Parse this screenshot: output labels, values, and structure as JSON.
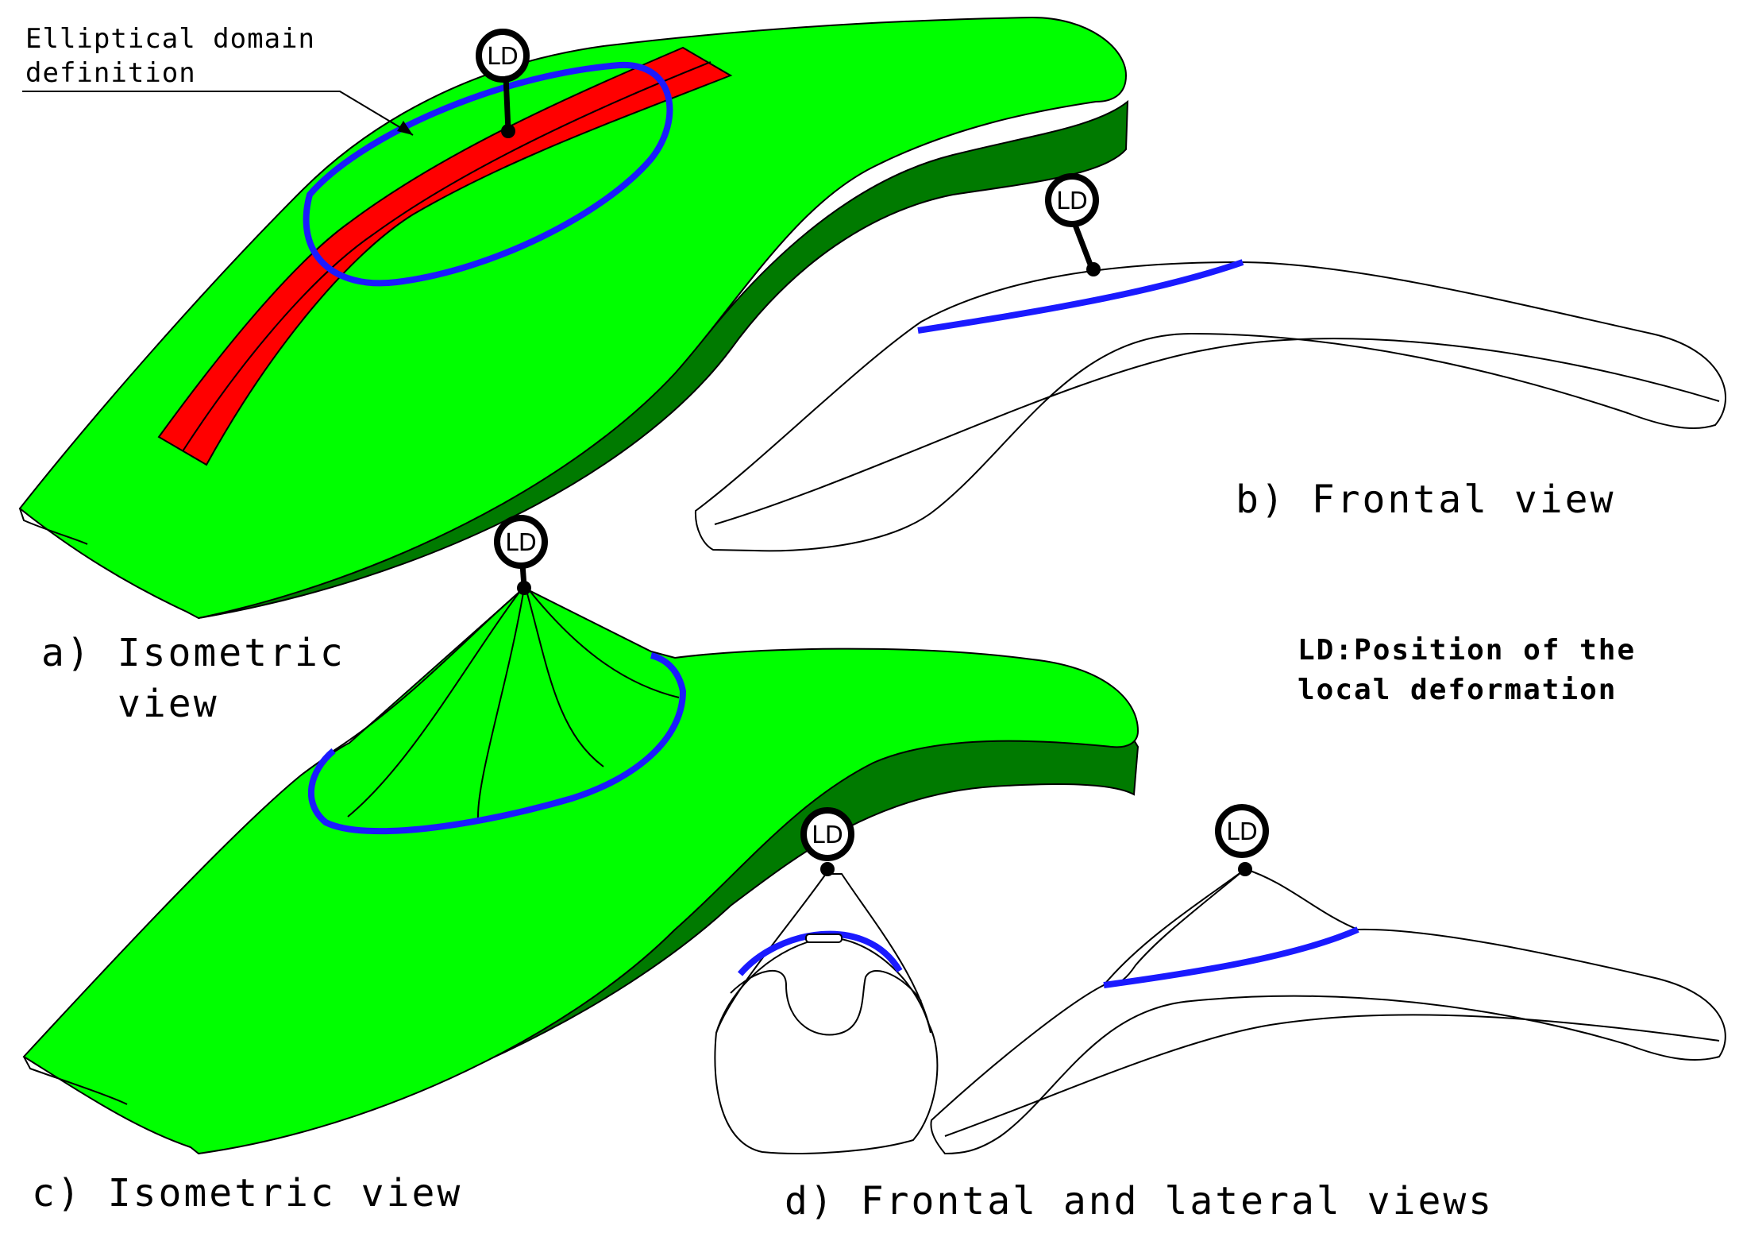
{
  "annotation": {
    "line1": "Elliptical domain",
    "line2": "definition"
  },
  "marker_label": "LD",
  "legend": {
    "line1": "LD:Position of the",
    "line2": "local deformation"
  },
  "captions": {
    "a_line1": "a) Isometric",
    "a_line2": "view",
    "b": "b) Frontal view",
    "c": "c) Isometric view",
    "d": "d) Frontal and lateral views"
  },
  "colors": {
    "surface": "#00ff00",
    "side": "#007a00",
    "strip": "#ff0000",
    "domain": "#1a1aff",
    "outline": "#000000"
  }
}
